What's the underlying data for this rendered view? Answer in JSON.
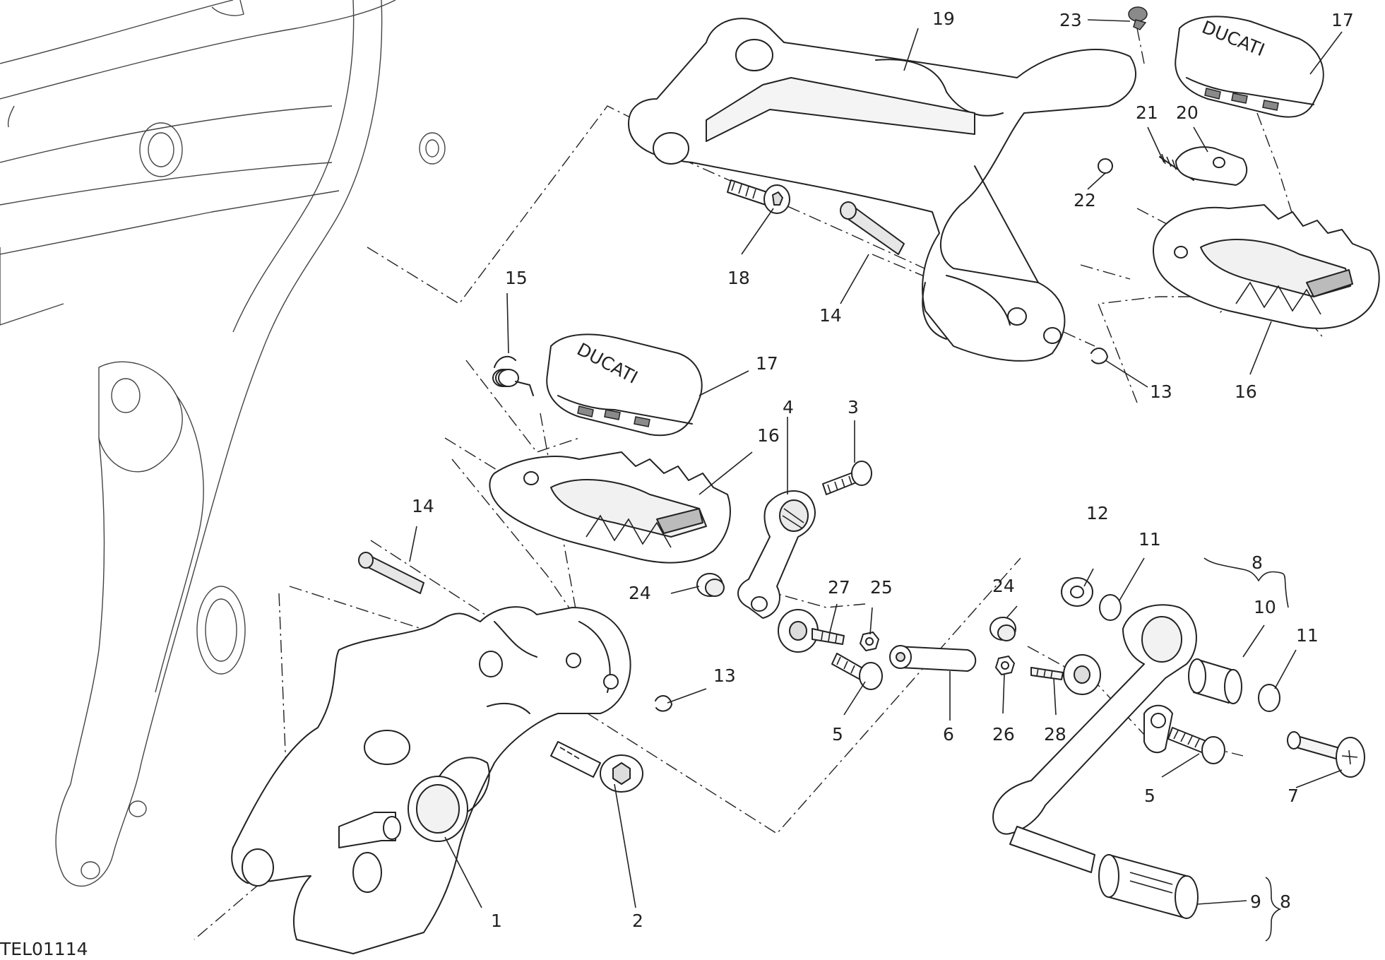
{
  "drawing_code": "TEL01114",
  "callouts": [
    {
      "id": "c1",
      "label": "1"
    },
    {
      "id": "c2",
      "label": "2"
    },
    {
      "id": "c3",
      "label": "3"
    },
    {
      "id": "c4",
      "label": "4"
    },
    {
      "id": "c5a",
      "label": "5"
    },
    {
      "id": "c5b",
      "label": "5"
    },
    {
      "id": "c6",
      "label": "6"
    },
    {
      "id": "c7",
      "label": "7"
    },
    {
      "id": "c8a",
      "label": "8"
    },
    {
      "id": "c8b",
      "label": "8"
    },
    {
      "id": "c9",
      "label": "9"
    },
    {
      "id": "c10",
      "label": "10"
    },
    {
      "id": "c11a",
      "label": "11"
    },
    {
      "id": "c11b",
      "label": "11"
    },
    {
      "id": "c12",
      "label": "12"
    },
    {
      "id": "c13a",
      "label": "13"
    },
    {
      "id": "c13b",
      "label": "13"
    },
    {
      "id": "c14a",
      "label": "14"
    },
    {
      "id": "c14b",
      "label": "14"
    },
    {
      "id": "c15",
      "label": "15"
    },
    {
      "id": "c16a",
      "label": "16"
    },
    {
      "id": "c16b",
      "label": "16"
    },
    {
      "id": "c17a",
      "label": "17"
    },
    {
      "id": "c17b",
      "label": "17"
    },
    {
      "id": "c18",
      "label": "18"
    },
    {
      "id": "c19",
      "label": "19"
    },
    {
      "id": "c20",
      "label": "20"
    },
    {
      "id": "c21",
      "label": "21"
    },
    {
      "id": "c22",
      "label": "22"
    },
    {
      "id": "c23",
      "label": "23"
    },
    {
      "id": "c24a",
      "label": "24"
    },
    {
      "id": "c24b",
      "label": "24"
    },
    {
      "id": "c25",
      "label": "25"
    },
    {
      "id": "c26",
      "label": "26"
    },
    {
      "id": "c27",
      "label": "27"
    },
    {
      "id": "c28",
      "label": "28"
    }
  ],
  "logo_text": "DUCATI"
}
